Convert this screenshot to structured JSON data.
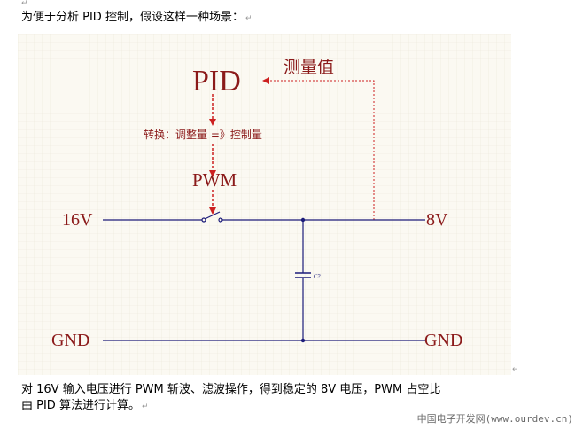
{
  "doc": {
    "intro_text": "为便于分析 PID 控制，假设这样一种场景：",
    "return_mark": "↵",
    "outro_line1": "对 16V 输入电压进行 PWM 斩波、滤波操作，得到稳定的 8V 电压，PWM 占空比",
    "outro_line2": "由 PID 算法进行计算。"
  },
  "figure": {
    "pid_label": "PID",
    "measure_label": "测量值",
    "convert_label": "转换：调整量 =》控制量",
    "pwm_label": "PWM",
    "input_label": "16V",
    "output_label": "8V",
    "gnd_left_label": "GND",
    "gnd_right_label": "GND",
    "cap_label": "C?"
  },
  "colors": {
    "wire": "#1c1c7a",
    "arrow": "#cc2020",
    "label_dark_red": "#8b1a1a",
    "grid_bg": "#fbf9f2"
  },
  "watermark": {
    "text": "中国电子开发网(www.ourdev.cn)"
  }
}
